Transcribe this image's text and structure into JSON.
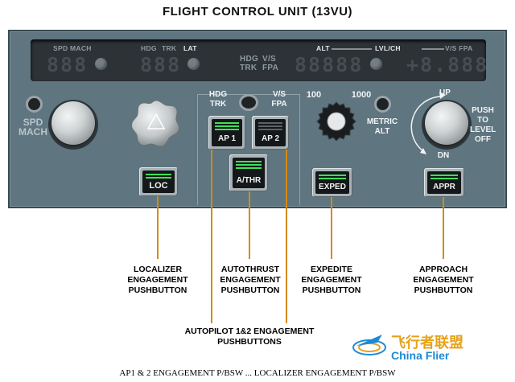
{
  "title": "FLIGHT CONTROL UNIT (13VU)",
  "display": {
    "spd_mach": "SPD MACH",
    "hdg": "HDG",
    "trk": "TRK",
    "lat": "LAT",
    "hdg_trk_lines": [
      "HDG",
      "TRK"
    ],
    "vs_fpa_lines": [
      "V/S",
      "FPA"
    ],
    "alt": "ALT",
    "lvl_ch": "LVL/CH",
    "vs_fpa": "V/S FPA",
    "spd_digits": "888",
    "hdg_digits": "888",
    "alt_digits": "88888",
    "vs_digits": "+8.888"
  },
  "panel": {
    "spd_mach": [
      "SPD",
      "MACH"
    ],
    "hdg_trk": [
      "HDG",
      "TRK"
    ],
    "vs_fpa": [
      "V/S",
      "FPA"
    ],
    "alt_100": "100",
    "alt_1000": "1000",
    "metric_alt": [
      "METRIC",
      "ALT"
    ],
    "up": "UP",
    "dn": "DN",
    "push_to_level_off": [
      "PUSH",
      "TO",
      "LEVEL",
      "OFF"
    ]
  },
  "buttons": {
    "loc": "LOC",
    "ap1": "AP 1",
    "ap2": "AP 2",
    "athr": "A/THR",
    "exped": "EXPED",
    "appr": "APPR"
  },
  "callouts": {
    "localizer": [
      "LOCALIZER",
      "ENGAGEMENT",
      "PUSHBUTTON"
    ],
    "autothrust": [
      "AUTOTHRUST",
      "ENGAGEMENT",
      "PUSHBUTTON"
    ],
    "expedite": [
      "EXPEDITE",
      "ENGAGEMENT",
      "PUSHBUTTON"
    ],
    "approach": [
      "APPROACH",
      "ENGAGEMENT",
      "PUSHBUTTON"
    ],
    "autopilot": [
      "AUTOPILOT 1&2 ENGAGEMENT",
      "PUSHBUTTONS"
    ]
  },
  "caption": "AP1 & 2 ENGAGEMENT P/BSW ... LOCALIZER ENGAGEMENT P/BSW",
  "watermark": {
    "cn": "飞行者联盟",
    "en": "China Flier"
  },
  "colors": {
    "lamp_on": "#3fe05a",
    "leader": "#d78a11",
    "panel": "#5f7580",
    "display": "#2c3236"
  }
}
